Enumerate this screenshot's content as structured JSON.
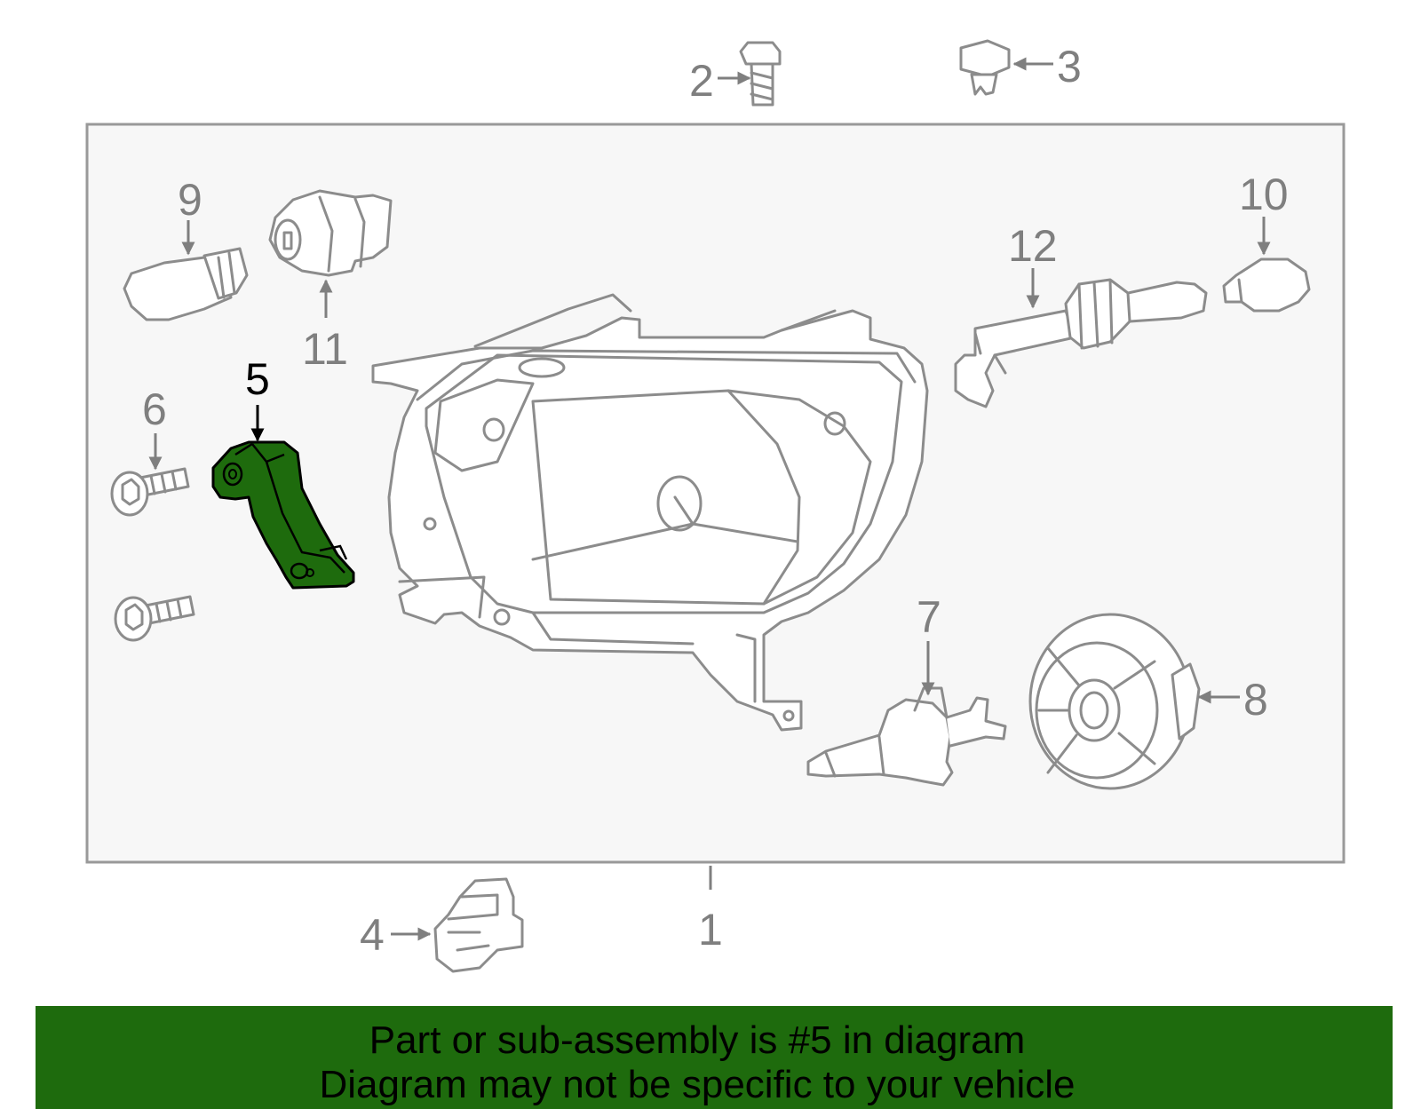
{
  "diagram": {
    "colors": {
      "highlight": "#1e6b0d",
      "outline": "#8c8c8c",
      "frame_fill": "#f7f7f7",
      "callout": "#7f7f7f"
    },
    "highlighted_part": "5",
    "callouts": {
      "c1": "1",
      "c2": "2",
      "c3": "3",
      "c4": "4",
      "c5": "5",
      "c6": "6",
      "c7": "7",
      "c8": "8",
      "c9": "9",
      "c10": "10",
      "c11": "11",
      "c12": "12"
    }
  },
  "banner": {
    "line1": "Part or sub-assembly is #5 in diagram",
    "line2": "Diagram may not be specific to your vehicle"
  }
}
